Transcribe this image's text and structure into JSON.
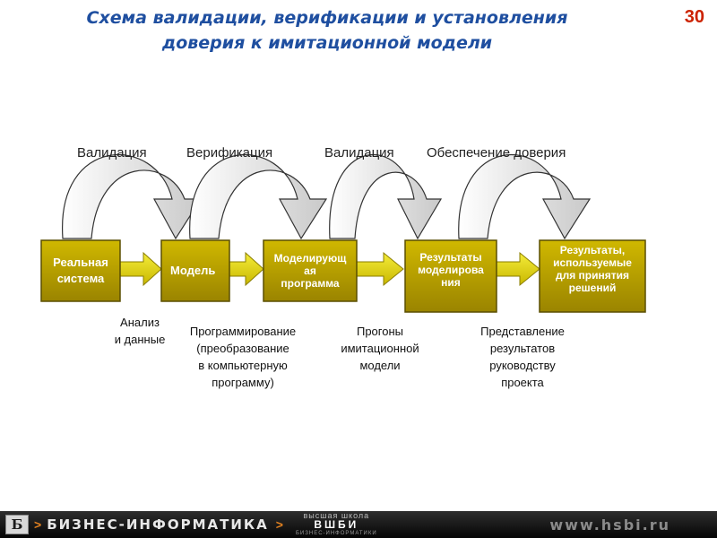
{
  "title": {
    "line1": "Схема валидации, верификации и установления",
    "line2": "доверия к имитационной модели"
  },
  "page_number": "30",
  "colors": {
    "title": "#1f4fa0",
    "page_number": "#cc2200",
    "box_fill": "#b9a100",
    "box_border": "#5a4e00",
    "arrow_fill": "#e6d800",
    "curve_fill": "#eeeeee",
    "curve_stroke": "#333333"
  },
  "top_labels": [
    "Валидация",
    "Верификация",
    "Валидация",
    "Обеспечение доверия"
  ],
  "boxes": [
    "Реальная\nсистема",
    "Модель",
    "Моделирующ\nая\nпрограмма",
    "Результаты\nмоделирова\nния",
    "Результаты,\nиспользуемые\nдля принятия\nрешений"
  ],
  "bottom_labels": [
    "Анализ\nи данные",
    "Программирование\n(преобразование\nв компьютерную\nпрограмму)",
    "Прогоны\nимитационной\nмодели",
    "Представление\nрезультатов\nруководству\nпроекта"
  ],
  "footer": {
    "logo": "Б",
    "chevron": ">",
    "brand": "БИЗНЕС-ИНФОРМАТИКА",
    "school_line1": "высшая школа",
    "school_line2": "ВШБИ",
    "school_line3": "БИЗНЕС-ИНФОРМАТИКИ",
    "url": "www.hsbi.ru"
  }
}
